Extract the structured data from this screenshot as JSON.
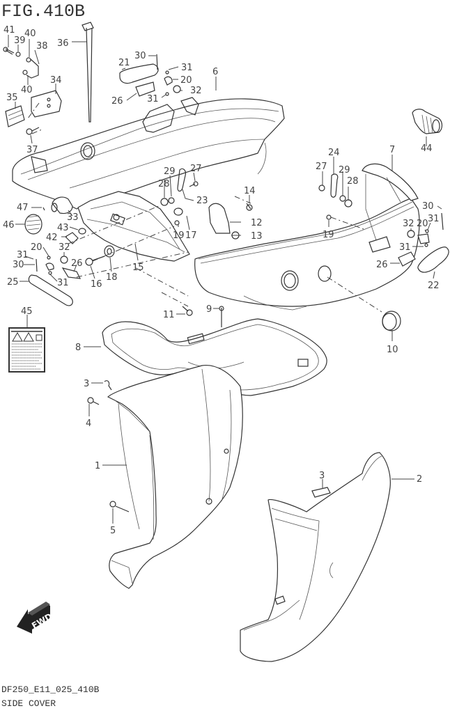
{
  "figure": {
    "title": "FIG.410B",
    "code": "DF250_E11_025_410B",
    "name": "SIDE COVER"
  },
  "fwd_badge": {
    "label": "FWD",
    "icon": "forward-arrow-icon"
  },
  "label_sheet": {
    "callout": "45",
    "icon": "warning-label-icon"
  },
  "callouts": [
    {
      "id": "1",
      "part": "side-cover-lower-port"
    },
    {
      "id": "2",
      "part": "side-cover-lower-starboard"
    },
    {
      "id": "3a",
      "text": "3",
      "part": "clip-port"
    },
    {
      "id": "3b",
      "text": "3",
      "part": "clip-starboard"
    },
    {
      "id": "4",
      "part": "bolt"
    },
    {
      "id": "5",
      "part": "bolt"
    },
    {
      "id": "6",
      "part": "upper-cover-port"
    },
    {
      "id": "7",
      "part": "upper-cover-starboard"
    },
    {
      "id": "8",
      "part": "seal-frame"
    },
    {
      "id": "9",
      "part": "pin"
    },
    {
      "id": "10",
      "part": "plug-cap"
    },
    {
      "id": "11",
      "part": "screw"
    },
    {
      "id": "12",
      "part": "bracket"
    },
    {
      "id": "13",
      "part": "cap"
    },
    {
      "id": "14",
      "part": "bolt"
    },
    {
      "id": "15",
      "part": "frame"
    },
    {
      "id": "16",
      "part": "bolt"
    },
    {
      "id": "17",
      "part": "collar"
    },
    {
      "id": "18",
      "part": "grommet"
    },
    {
      "id": "19a",
      "text": "19",
      "part": "bolt"
    },
    {
      "id": "19b",
      "text": "19",
      "part": "bolt"
    },
    {
      "id": "20a",
      "text": "20",
      "part": "spring"
    },
    {
      "id": "20b",
      "text": "20",
      "part": "spring"
    },
    {
      "id": "20c",
      "text": "20",
      "part": "spring"
    },
    {
      "id": "21",
      "part": "handle"
    },
    {
      "id": "22",
      "part": "handle"
    },
    {
      "id": "23",
      "part": "hook"
    },
    {
      "id": "24",
      "part": "hook"
    },
    {
      "id": "25",
      "part": "handle"
    },
    {
      "id": "26a",
      "text": "26",
      "part": "latch"
    },
    {
      "id": "26b",
      "text": "26",
      "part": "latch"
    },
    {
      "id": "26c",
      "text": "26",
      "part": "latch"
    },
    {
      "id": "27a",
      "text": "27",
      "part": "bolt"
    },
    {
      "id": "27b",
      "text": "27",
      "part": "bolt"
    },
    {
      "id": "28a",
      "text": "28",
      "part": "washer"
    },
    {
      "id": "28b",
      "text": "28",
      "part": "washer"
    },
    {
      "id": "29a",
      "text": "29",
      "part": "washer"
    },
    {
      "id": "29b",
      "text": "29",
      "part": "washer"
    },
    {
      "id": "30a",
      "text": "30",
      "part": "pin"
    },
    {
      "id": "30b",
      "text": "30",
      "part": "pin"
    },
    {
      "id": "30c",
      "text": "30",
      "part": "pin"
    },
    {
      "id": "31a",
      "text": "31",
      "part": "e-ring"
    },
    {
      "id": "31b",
      "text": "31",
      "part": "e-ring"
    },
    {
      "id": "31c",
      "text": "31",
      "part": "e-ring"
    },
    {
      "id": "31d",
      "text": "31",
      "part": "e-ring"
    },
    {
      "id": "31e",
      "text": "31",
      "part": "e-ring"
    },
    {
      "id": "31f",
      "text": "31",
      "part": "e-ring"
    },
    {
      "id": "32a",
      "text": "32",
      "part": "collar"
    },
    {
      "id": "32b",
      "text": "32",
      "part": "collar"
    },
    {
      "id": "32c",
      "text": "32",
      "part": "collar"
    },
    {
      "id": "33",
      "part": "grommet"
    },
    {
      "id": "34",
      "part": "bracket"
    },
    {
      "id": "35",
      "part": "lever"
    },
    {
      "id": "36",
      "part": "rod"
    },
    {
      "id": "37",
      "part": "screw"
    },
    {
      "id": "38",
      "part": "link"
    },
    {
      "id": "39",
      "part": "washer"
    },
    {
      "id": "40a",
      "text": "40",
      "part": "clip"
    },
    {
      "id": "40b",
      "text": "40",
      "part": "clip"
    },
    {
      "id": "41",
      "part": "bolt"
    },
    {
      "id": "42",
      "part": "grommet"
    },
    {
      "id": "43",
      "part": "washer"
    },
    {
      "id": "44",
      "part": "plug"
    },
    {
      "id": "45",
      "part": "label"
    },
    {
      "id": "46",
      "part": "grommet"
    },
    {
      "id": "47",
      "part": "pin"
    }
  ]
}
